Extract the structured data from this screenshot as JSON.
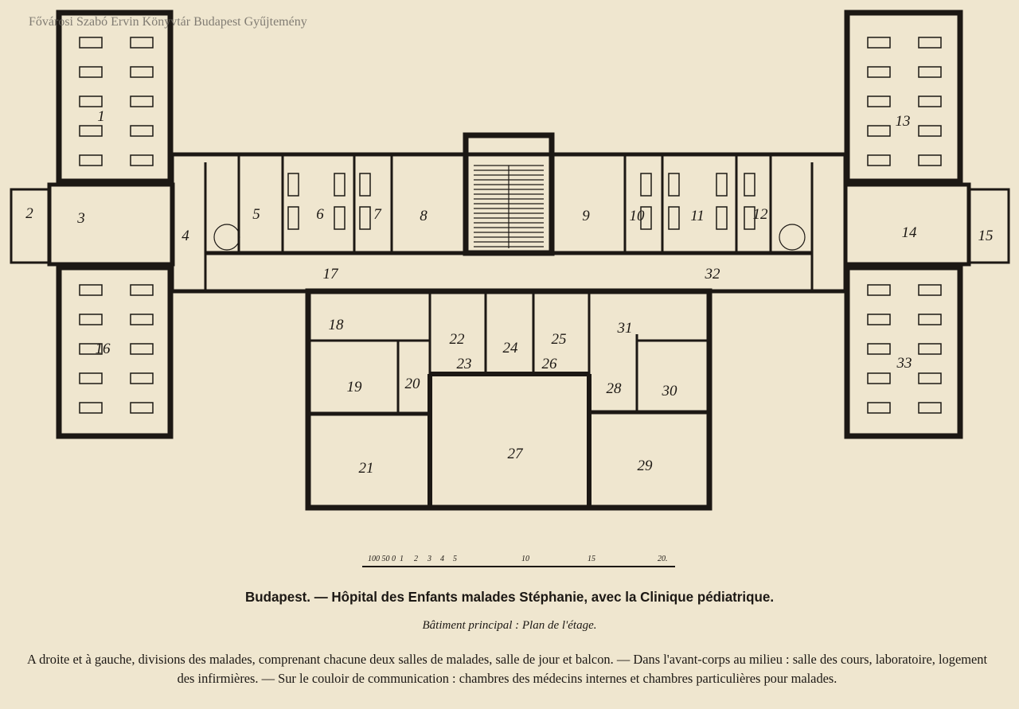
{
  "watermark": "Fővárosi Szabó Ervin Könyvtár Budapest Gyűjtemény",
  "plan": {
    "rooms": [
      "1",
      "2",
      "3",
      "4",
      "5",
      "6",
      "7",
      "8",
      "9",
      "10",
      "11",
      "12",
      "13",
      "14",
      "15",
      "16",
      "17",
      "18",
      "19",
      "20",
      "21",
      "22",
      "23",
      "24",
      "25",
      "26",
      "27",
      "28",
      "29",
      "30",
      "31",
      "32",
      "33"
    ],
    "scale": {
      "prefix": "100 50 0",
      "ticks": [
        "1",
        "2",
        "3",
        "4",
        "5",
        "10",
        "15",
        "20."
      ]
    }
  },
  "caption": {
    "title": "Budapest. — Hôpital des Enfants malades Stéphanie, avec la Clinique pédiatrique.",
    "subtitle": "Bâtiment principal : Plan de l'étage.",
    "body": "A droite et à gauche, divisions des malades, comprenant chacune deux salles de malades, salle de jour et balcon. — Dans l'avant-corps au milieu : salle des cours, laboratoire, logement des infirmières. — Sur le couloir de communication : chambres des médecins internes et chambres particulières pour malades."
  }
}
